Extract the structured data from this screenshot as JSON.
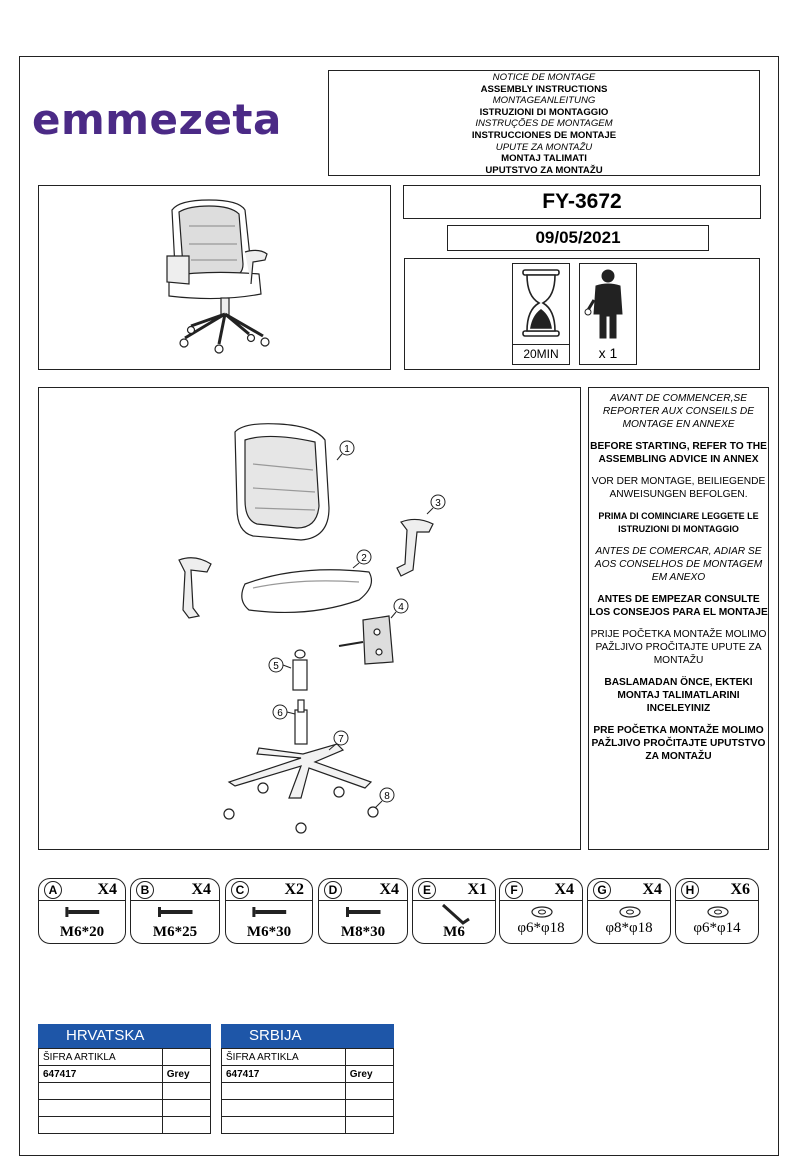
{
  "brand": "emmezeta",
  "titles": [
    {
      "text": "NOTICE DE MONTAGE",
      "style": "i"
    },
    {
      "text": "ASSEMBLY INSTRUCTIONS",
      "style": "b"
    },
    {
      "text": "MONTAGEANLEITUNG",
      "style": "i"
    },
    {
      "text": "ISTRUZIONI DI MONTAGGIO",
      "style": "b"
    },
    {
      "text": "INSTRUÇÕES DE MONTAGEM",
      "style": "i"
    },
    {
      "text": "INSTRUCCIONES DE MONTAJE",
      "style": "b"
    },
    {
      "text": "UPUTE ZA MONTAŽU",
      "style": "i"
    },
    {
      "text": "MONTAJ TALIMATI",
      "style": "b"
    },
    {
      "text": "UPUTSTVO ZA MONTAŽU",
      "style": "b"
    }
  ],
  "model": "FY-3672",
  "date": "09/05/2021",
  "time_label": "20MIN",
  "persons_label": "x 1",
  "part_numbers": [
    "1",
    "2",
    "3",
    "4",
    "5",
    "6",
    "7",
    "8"
  ],
  "advice": [
    {
      "text": "AVANT DE COMMENCER,SE REPORTER AUX CONSEILS DE MONTAGE EN ANNEXE",
      "style": "i"
    },
    {
      "text": "BEFORE STARTING, REFER TO THE ASSEMBLING ADVICE IN ANNEX",
      "style": "b"
    },
    {
      "text": "VOR DER MONTAGE, BEILIEGENDE ANWEISUNGEN BEFOLGEN.",
      "style": ""
    },
    {
      "text": "PRIMA DI COMINCIARE LEGGETE LE ISTRUZIONI DI MONTAGGIO",
      "style": "sb"
    },
    {
      "text": "ANTES DE COMERCAR, ADIAR SE AOS CONSELHOS DE MONTAGEM EM ANEXO",
      "style": "i"
    },
    {
      "text": "ANTES DE EMPEZAR CONSULTE LOS CONSEJOS PARA EL MONTAJE",
      "style": "b"
    },
    {
      "text": "PRIJE POČETKA MONTAŽE MOLIMO PAŽLJIVO PROČITAJTE UPUTE ZA MONTAŽU",
      "style": ""
    },
    {
      "text": "BASLAMADAN ÖNCE, EKTEKI MONTAJ TALIMATLARINI INCELEYINIZ",
      "style": "b"
    },
    {
      "text": "PRE POČETKA MONTAŽE MOLIMO PAŽLJIVO PROČITAJTE UPUTSTVO ZA MONTAŽU",
      "style": "b"
    }
  ],
  "hardware": [
    {
      "letter": "A",
      "qty": "X4",
      "size": "M6*20",
      "kind": "bolt"
    },
    {
      "letter": "B",
      "qty": "X4",
      "size": "M6*25",
      "kind": "bolt"
    },
    {
      "letter": "C",
      "qty": "X2",
      "size": "M6*30",
      "kind": "bolt"
    },
    {
      "letter": "D",
      "qty": "X4",
      "size": "M8*30",
      "kind": "bolt"
    },
    {
      "letter": "E",
      "qty": "X1",
      "size": "M6",
      "kind": "key"
    },
    {
      "letter": "F",
      "qty": "X4",
      "size": "φ6*φ18",
      "kind": "washer"
    },
    {
      "letter": "G",
      "qty": "X4",
      "size": "φ8*φ18",
      "kind": "washer"
    },
    {
      "letter": "H",
      "qty": "X6",
      "size": "φ6*φ14",
      "kind": "washer"
    }
  ],
  "tables": [
    {
      "country": "HRVATSKA",
      "label": "ŠIFRA ARTIKLA",
      "code": "647417",
      "color": "Grey"
    },
    {
      "country": "SRBIJA",
      "label": "ŠIFRA ARTIKLA",
      "code": "647417",
      "color": "Grey"
    }
  ],
  "colors": {
    "brand": "#4b2a86",
    "table_header": "#1e56a8"
  }
}
